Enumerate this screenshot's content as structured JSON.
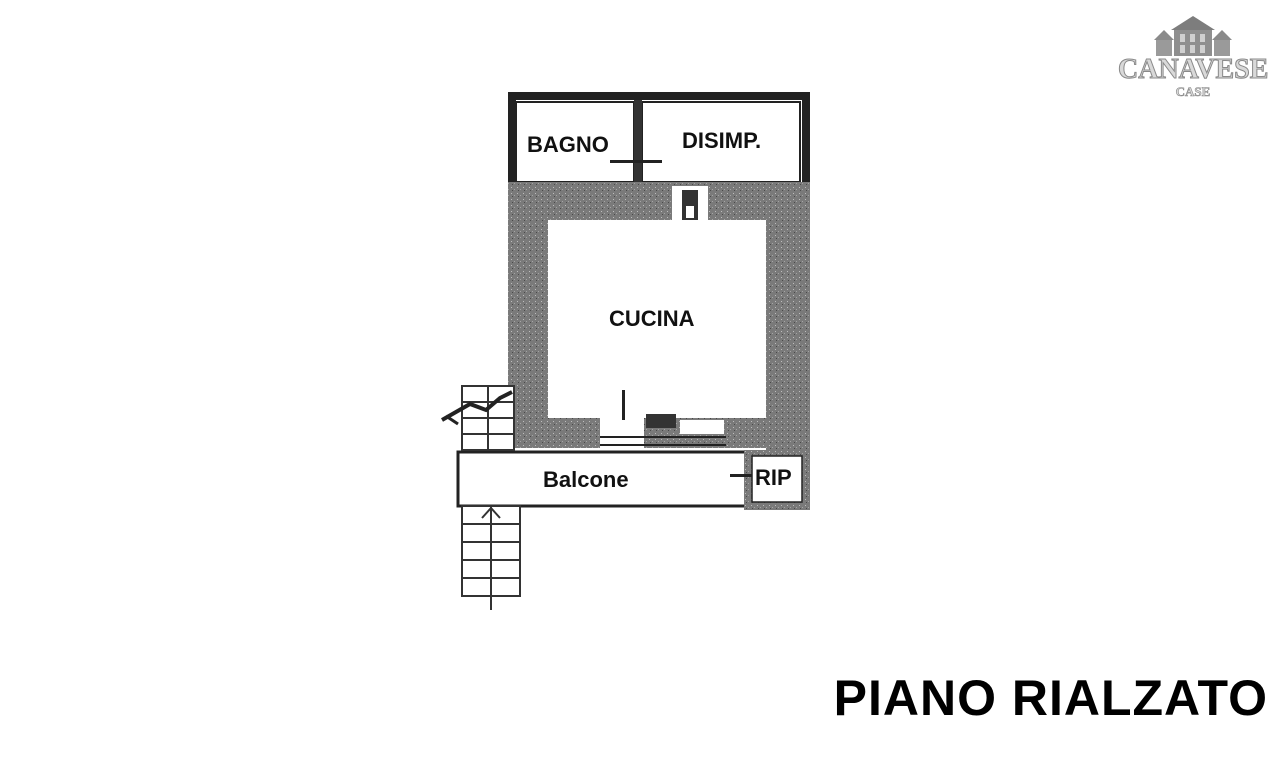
{
  "plan": {
    "title": "PIANO RIALZATO",
    "rooms": {
      "bagno": "BAGNO",
      "disimp": "DISIMP.",
      "cucina": "CUCINA",
      "balcone": "Balcone",
      "rip": "RIP"
    }
  },
  "logo": {
    "name": "CANAVESE",
    "sub": "CASE",
    "icon": "houses-icon"
  },
  "colors": {
    "wall": "#6f6f6f",
    "ink": "#111111",
    "logo": "#8a8a8a"
  }
}
